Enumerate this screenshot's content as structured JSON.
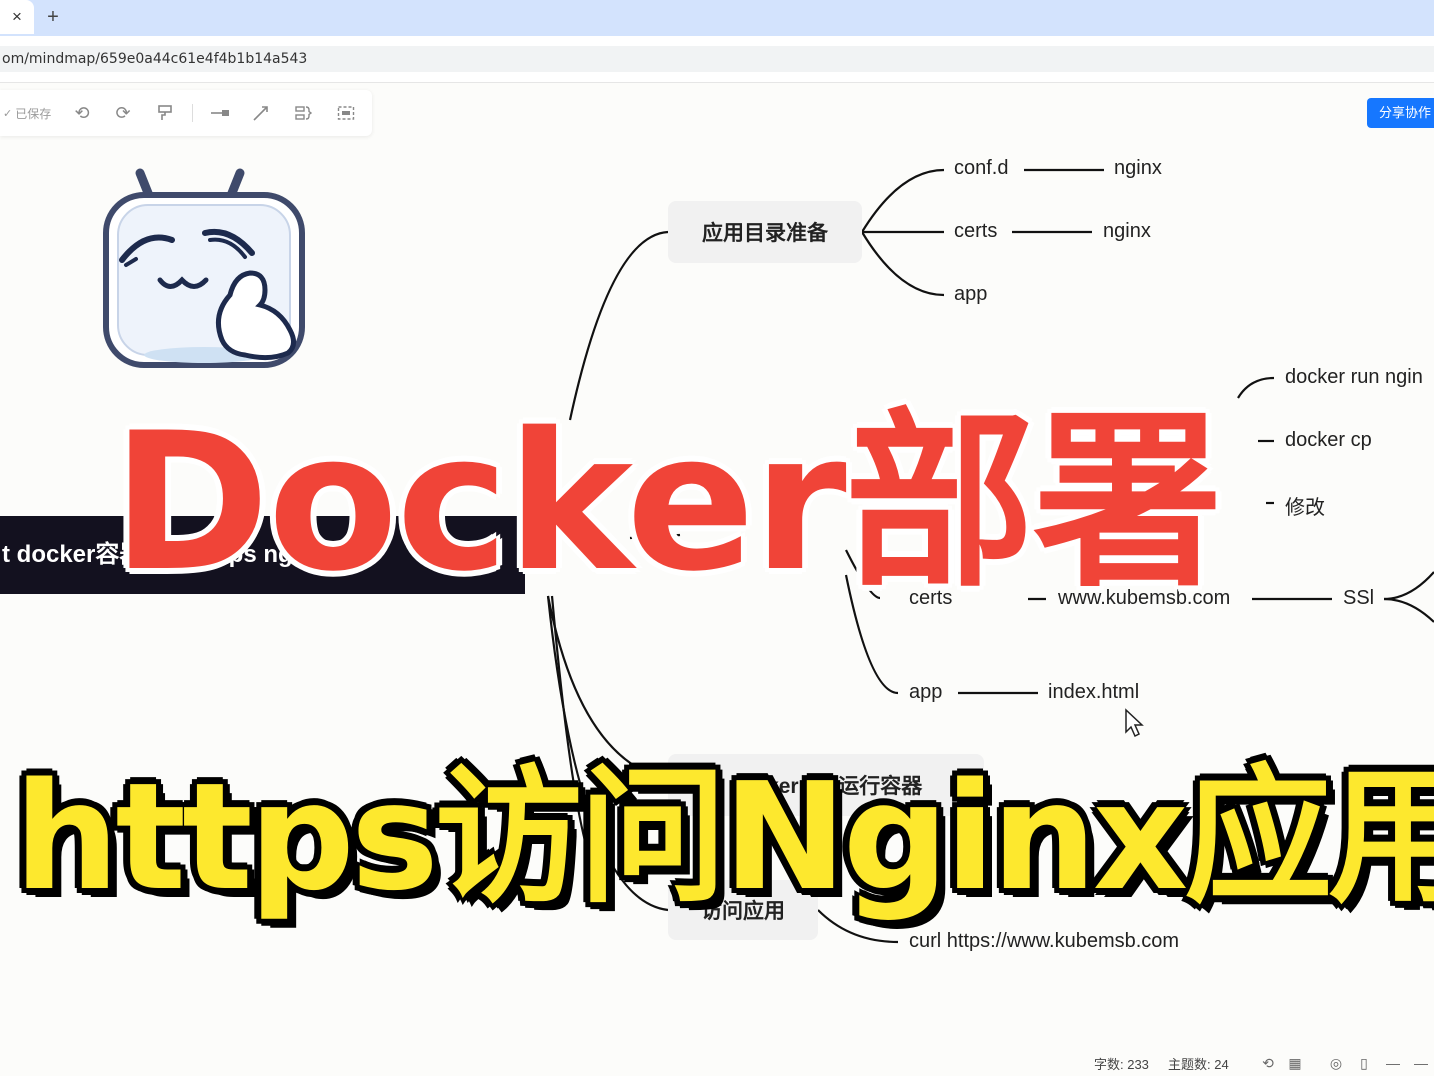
{
  "browser": {
    "tab_close": "×",
    "new_tab": "+",
    "url": "om/mindmap/659e0a44c61e4f4b1b14a543"
  },
  "toolbar": {
    "saved_label": "已保存",
    "share_button": "分享协作"
  },
  "mindmap": {
    "root_label": "t docker容器部署 https nginx应用",
    "branch1": {
      "label": "应用目录准备",
      "children": [
        {
          "label": "conf.d",
          "child": "nginx"
        },
        {
          "label": "certs",
          "child": "nginx"
        },
        {
          "label": "app"
        }
      ]
    },
    "branch2": {
      "children": [
        "docker run ngin",
        "docker cp",
        "修改"
      ],
      "certs_row": {
        "label": "certs",
        "middle": "www.kubemsb.com",
        "child": "SSl"
      },
      "app_row": {
        "label": "app",
        "child": "index.html"
      }
    },
    "branch3": {
      "label": "docker run运行容器"
    },
    "branch4": {
      "label": "访问应用",
      "child": "curl https://www.kubemsb.com"
    }
  },
  "overlay": {
    "title_red": "Docker部署",
    "title_yellow": "https访问Nginx应用"
  },
  "statusbar": {
    "word_count": "字数: 233",
    "topic_count": "主题数: 24"
  }
}
